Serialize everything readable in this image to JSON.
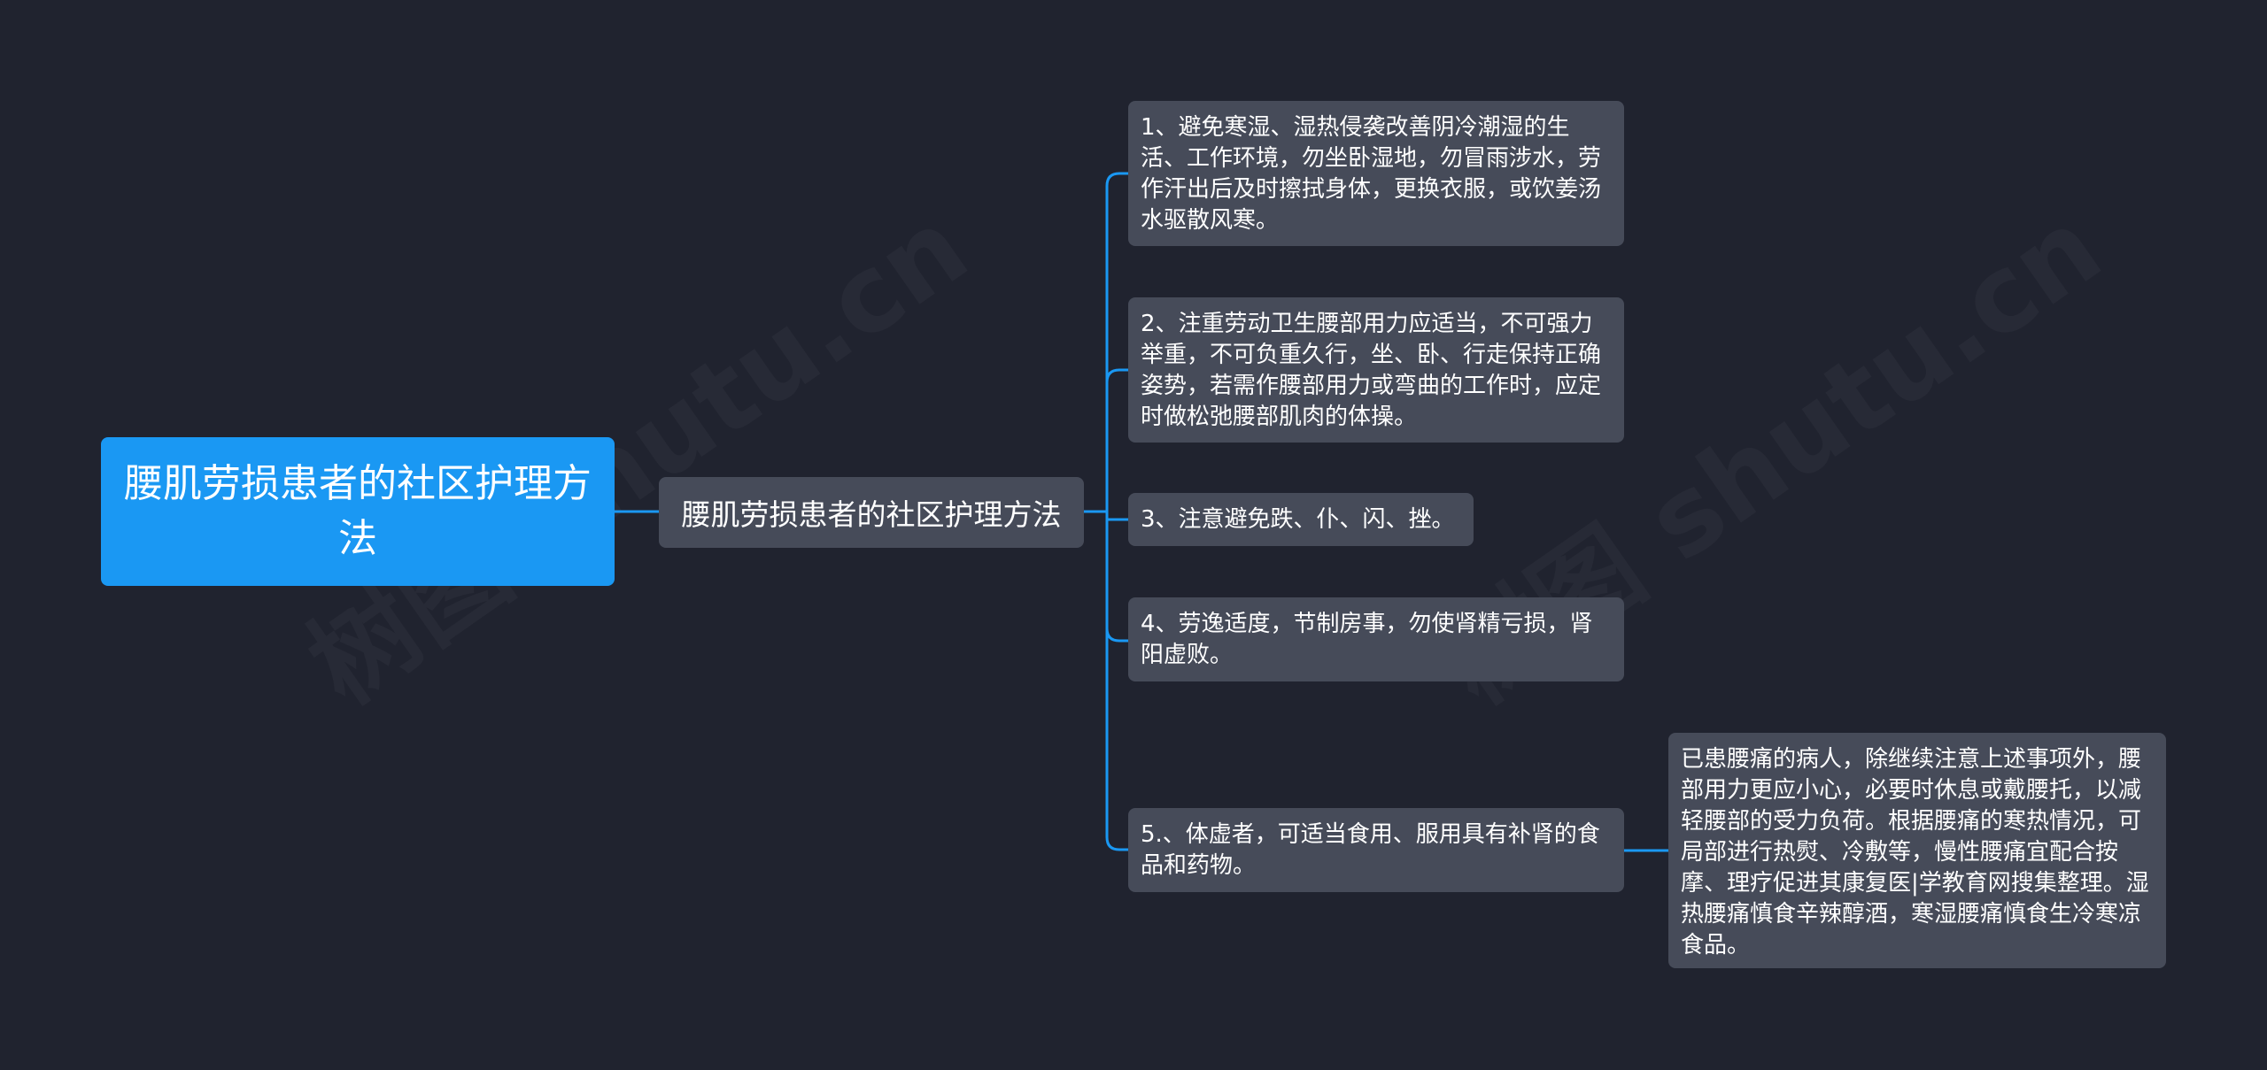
{
  "watermark": "树图 shutu.cn",
  "colors": {
    "background": "#20232f",
    "root": "#1a98f3",
    "node": "#464b59",
    "line": "#1a98f3"
  },
  "root": {
    "label": "腰肌劳损患者的社区护理方法"
  },
  "branch": {
    "label": "腰肌劳损患者的社区护理方法"
  },
  "leaves": [
    "1、避免寒湿、湿热侵袭改善阴冷潮湿的生活、工作环境，勿坐卧湿地，勿冒雨涉水，劳作汗出后及时擦拭身体，更换衣服，或饮姜汤水驱散风寒。",
    "2、注重劳动卫生腰部用力应适当，不可强力举重，不可负重久行，坐、卧、行走保持正确姿势，若需作腰部用力或弯曲的工作时，应定时做松弛腰部肌肉的体操。",
    "3、注意避免跌、仆、闪、挫。",
    "4、劳逸适度，节制房事，勿使肾精亏损，肾阳虚败。",
    "5.、体虚者，可适当食用、服用具有补肾的食品和药物。"
  ],
  "sub_leaf": "已患腰痛的病人，除继续注意上述事项外，腰部用力更应小心，必要时休息或戴腰托，以减轻腰部的受力负荷。根据腰痛的寒热情况，可局部进行热熨、冷敷等，慢性腰痛宜配合按摩、理疗促进其康复医|学教育网搜集整理。湿热腰痛慎食辛辣醇酒，寒湿腰痛慎食生冷寒凉食品。"
}
